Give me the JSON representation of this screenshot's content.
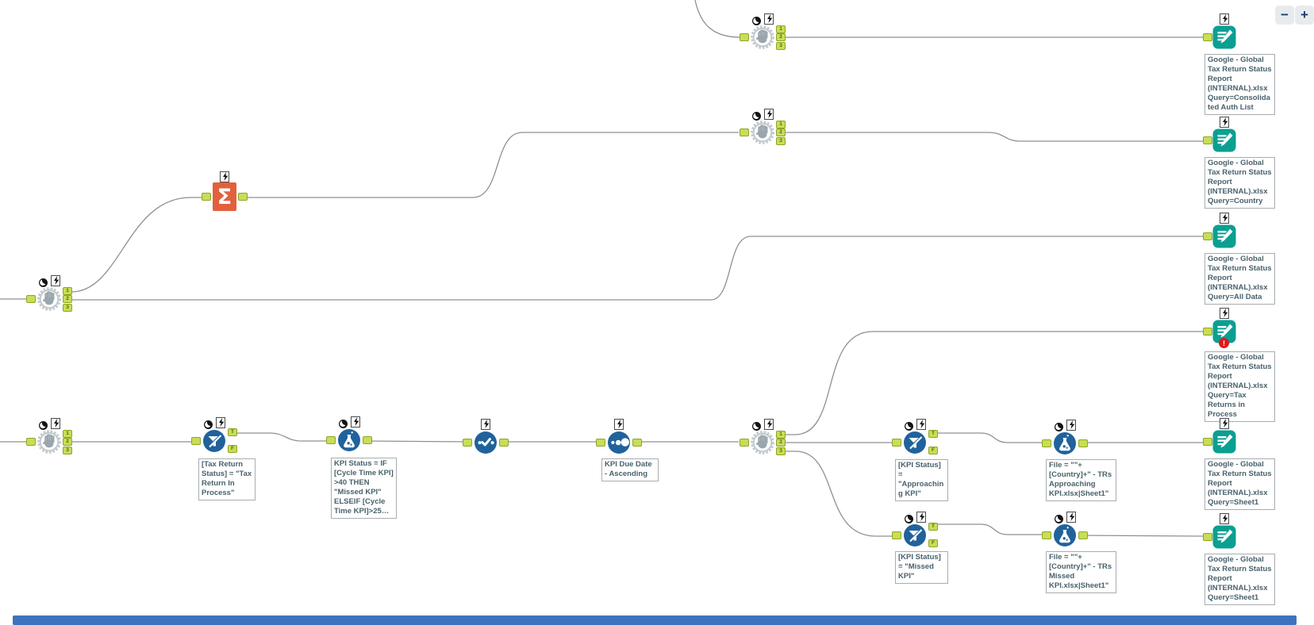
{
  "app": "workflow-canvas",
  "colors": {
    "tool_blue": "#20629c",
    "output_teal": "#0b9f92",
    "summarize_orange": "#e1613c",
    "anchor_green": "#c9dd55",
    "wire_gray": "#8d9093",
    "error_red": "#e01b1b",
    "scrollbar_blue": "#3d73bd"
  },
  "zoom_controls": {
    "minus": "−",
    "plus": "+"
  },
  "anchors": {
    "n1": "1",
    "n2": "2",
    "n3": "3",
    "t": "T",
    "f": "F"
  },
  "glyphs": {
    "sigma": "Σ",
    "error": "!"
  },
  "tools": {
    "filter1": {
      "label": "[Tax Return Status] = \"Tax Return In Process\""
    },
    "formula1": {
      "label": "KPI Status = IF [Cycle Time KPI] >40 THEN \"Missed KPI\" ELSEIF [Cycle Time KPI]>25…"
    },
    "sort1": {
      "label": "KPI Due Date - Ascending"
    },
    "filter2": {
      "label": "[KPI Status] = \"Approaching KPI\""
    },
    "filter3": {
      "label": "[KPI Status] = \"Missed KPI\""
    },
    "formula2": {
      "label": "File = \"\"+ [Country]+\" - TRs Approaching KPI.xlsx|Sheet1\""
    },
    "formula3": {
      "label": "File = \"\"+ [Country]+\" - TRs Missed KPI.xlsx|Sheet1\""
    },
    "output1": {
      "label": "Google - Global Tax Return Status Report (INTERNAL).xlsx Query=Consolidated Auth List"
    },
    "output2": {
      "label": "Google - Global Tax Return Status Report (INTERNAL).xlsx Query=Country"
    },
    "output3": {
      "label": "Google - Global Tax Return Status Report (INTERNAL).xlsx Query=All Data"
    },
    "output4": {
      "label": "Google - Global Tax Return Status Report (INTERNAL).xlsx Query=Tax Returns in Process"
    },
    "output5": {
      "label": "Google - Global Tax Return Status Report (INTERNAL).xlsx Query=Sheet1"
    },
    "output6": {
      "label": "Google - Global Tax Return Status Report (INTERNAL).xlsx Query=Sheet1"
    }
  }
}
